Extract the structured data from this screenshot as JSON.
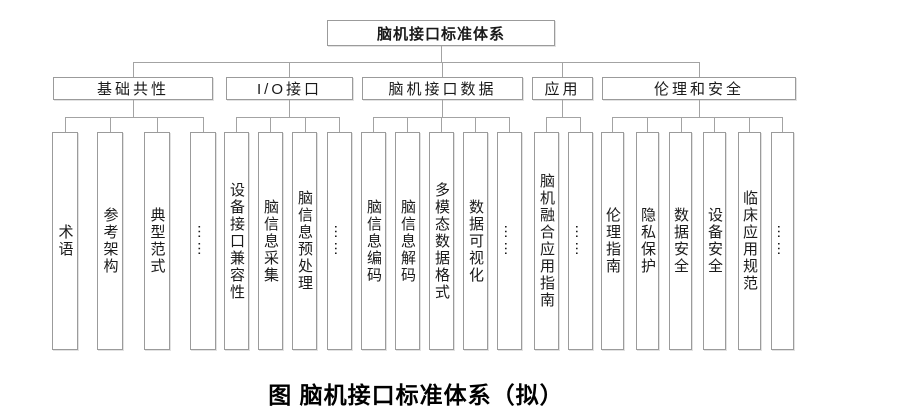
{
  "root": {
    "label": "脑机接口标准体系"
  },
  "caption": "图 脑机接口标准体系（拟）",
  "groups": [
    {
      "label": "基础共性",
      "children": [
        "术语",
        "参考架构",
        "典型范式",
        "……"
      ]
    },
    {
      "label": "I/O接口",
      "children": [
        "设备接口兼容性",
        "脑信息采集",
        "脑信息预处理",
        "……"
      ]
    },
    {
      "label": "脑机接口数据",
      "children": [
        "脑信息编码",
        "脑信息解码",
        "多模态数据格式",
        "数据可视化",
        "……"
      ]
    },
    {
      "label": "应用",
      "children": [
        "脑机融合应用指南",
        "……"
      ]
    },
    {
      "label": "伦理和安全",
      "children": [
        "伦理指南",
        "隐私保护",
        "数据安全",
        "设备安全",
        "临床应用规范",
        "……"
      ]
    }
  ],
  "colors": {
    "line": "#a3a3a3",
    "border": "#9b9b9b",
    "text": "#1a1a1a",
    "background": "#ffffff"
  }
}
